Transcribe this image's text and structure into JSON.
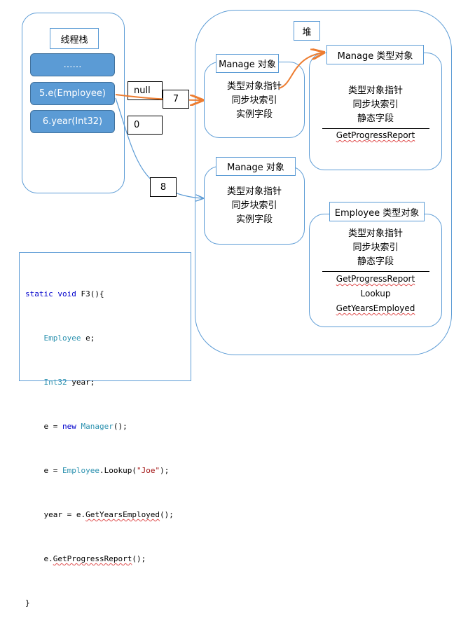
{
  "stack": {
    "title": "线程栈",
    "items": [
      "……",
      "5.e(Employee)",
      "6.year(Int32)"
    ],
    "values": [
      "null",
      "0"
    ]
  },
  "heap": {
    "title": "堆",
    "manage_obj_title": "Manage 对象",
    "manage_type_title": "Manage 类型对象",
    "employee_type_title": "Employee 类型对象",
    "fields": [
      "类型对象指针",
      "同步块索引",
      "实例字段"
    ],
    "type_fields": [
      "类型对象指针",
      "同步块索引",
      "静态字段"
    ],
    "manage_methods": [
      "GetProgressReport"
    ],
    "employee_methods": [
      "GetProgressReport",
      "Lookup",
      "GetYearsEmployed"
    ]
  },
  "markers": [
    "7",
    "8"
  ],
  "code": {
    "lines": [
      "static void F3(){",
      "    Employee e;",
      "    Int32 year;",
      "    e = new Manager();",
      "    e = Employee.Lookup(\"Joe\");",
      "    year = e.GetYearsEmployed();",
      "    e.GetProgressReport();",
      "}"
    ]
  },
  "colors": {
    "accent": "#5b9bd5",
    "arrow": "#ed7d31",
    "arrow_blue": "#5b9bd5"
  }
}
